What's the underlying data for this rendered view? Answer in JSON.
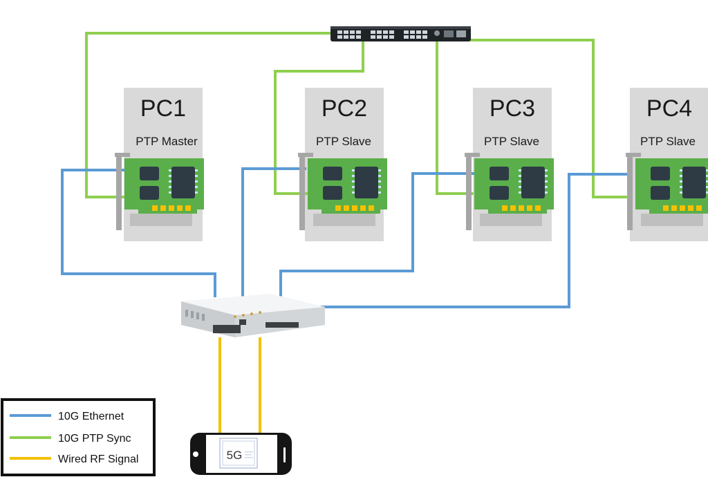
{
  "colors": {
    "ethernet": "#5b9bd5",
    "ptp": "#8fcf4f",
    "rf": "#f5c000",
    "pc_box": "#d9d9d9",
    "nic_board": "#5aaf4a",
    "bracket": "#a6a6a6"
  },
  "pcs": [
    {
      "name": "PC1",
      "role": "PTP Master"
    },
    {
      "name": "PC2",
      "role": "PTP Slave"
    },
    {
      "name": "PC3",
      "role": "PTP Slave"
    },
    {
      "name": "PC4",
      "role": "PTP Slave"
    }
  ],
  "phone": {
    "label": "5G"
  },
  "legend": [
    {
      "label": "10G Ethernet",
      "color": "#5b9bd5"
    },
    {
      "label": "10G PTP Sync",
      "color": "#8fcf4f"
    },
    {
      "label": "Wired RF Signal",
      "color": "#f5c000"
    }
  ]
}
